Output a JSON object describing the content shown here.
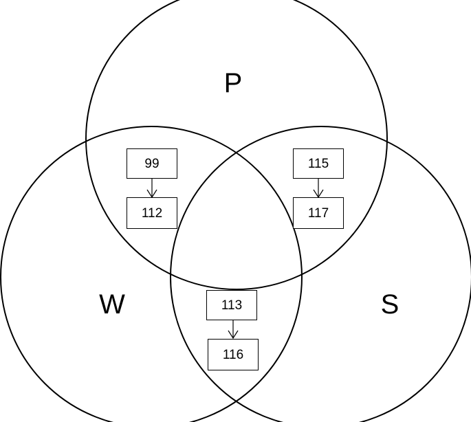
{
  "sets": {
    "top": "P",
    "left": "W",
    "right": "S"
  },
  "regions": {
    "p_and_w": {
      "from": "99",
      "to": "112"
    },
    "p_and_s": {
      "from": "115",
      "to": "117"
    },
    "w_and_s": {
      "from": "113",
      "to": "116"
    }
  },
  "colors": {
    "stroke": "#000000",
    "background": "#ffffff"
  }
}
